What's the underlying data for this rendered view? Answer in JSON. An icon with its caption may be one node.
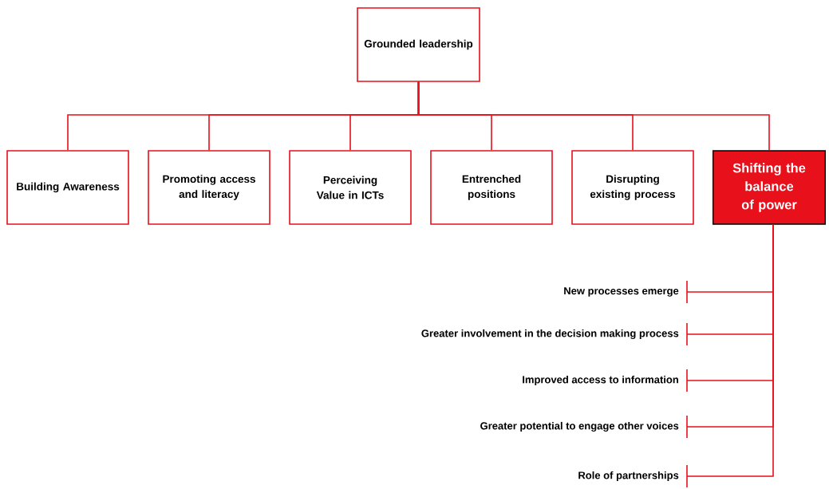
{
  "diagram": {
    "nodes": [
      {
        "text": [
          "Grounded leadership"
        ]
      },
      {
        "text": [
          "Building Awareness"
        ]
      },
      {
        "text": [
          "Promoting access and literacy"
        ]
      },
      {
        "text": [
          "Perceiving Value in ICTs"
        ]
      },
      {
        "text": [
          "Entrenched positions"
        ]
      },
      {
        "text": [
          "Disrupting existing process"
        ]
      },
      {
        "text": [
          "Shifting the balance of power"
        ]
      },
      {
        "text": [
          "New processes emerge"
        ]
      },
      {
        "text": [
          "Greater involvement in the decision making process"
        ]
      },
      {
        "text": [
          "Improved access to information"
        ]
      },
      {
        "text": [
          "Greater potential to engage other voices"
        ]
      },
      {
        "text": [
          "Role of partnerships"
        ]
      }
    ],
    "edges": [
      {
        "from": 0,
        "to": 1,
        "arrow": "none"
      },
      {
        "from": 0,
        "to": 2,
        "arrow": "none"
      },
      {
        "from": 0,
        "to": 3,
        "arrow": "none"
      },
      {
        "from": 0,
        "to": 4,
        "arrow": "none"
      },
      {
        "from": 0,
        "to": 5,
        "arrow": "none"
      },
      {
        "from": 0,
        "to": 6,
        "arrow": "none"
      },
      {
        "from": 6,
        "to": 7,
        "arrow": "none"
      },
      {
        "from": 6,
        "to": 8,
        "arrow": "none"
      },
      {
        "from": 6,
        "to": 9,
        "arrow": "none"
      },
      {
        "from": 6,
        "to": 10,
        "arrow": "none"
      },
      {
        "from": 6,
        "to": 11,
        "arrow": "none"
      }
    ]
  }
}
